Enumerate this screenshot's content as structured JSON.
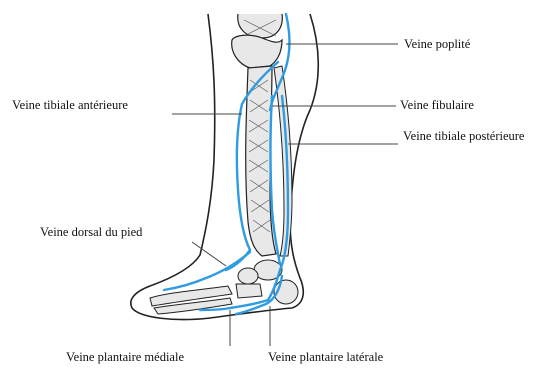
{
  "labels": {
    "poplite": "Veine poplité",
    "tibiale_anterieure": "Veine tibiale antérieure",
    "fibulaire": "Veine fibulaire",
    "tibiale_posterieure": "Veine tibiale postérieure",
    "dorsal_pied": "Veine dorsal du pied",
    "plantaire_mediale": "Veine plantaire médiale",
    "plantaire_laterale": "Veine plantaire latérale"
  },
  "colors": {
    "vein": "#2f9be0",
    "outline": "#222222",
    "bone_fill": "#e8e8e8",
    "leader": "#444444"
  }
}
